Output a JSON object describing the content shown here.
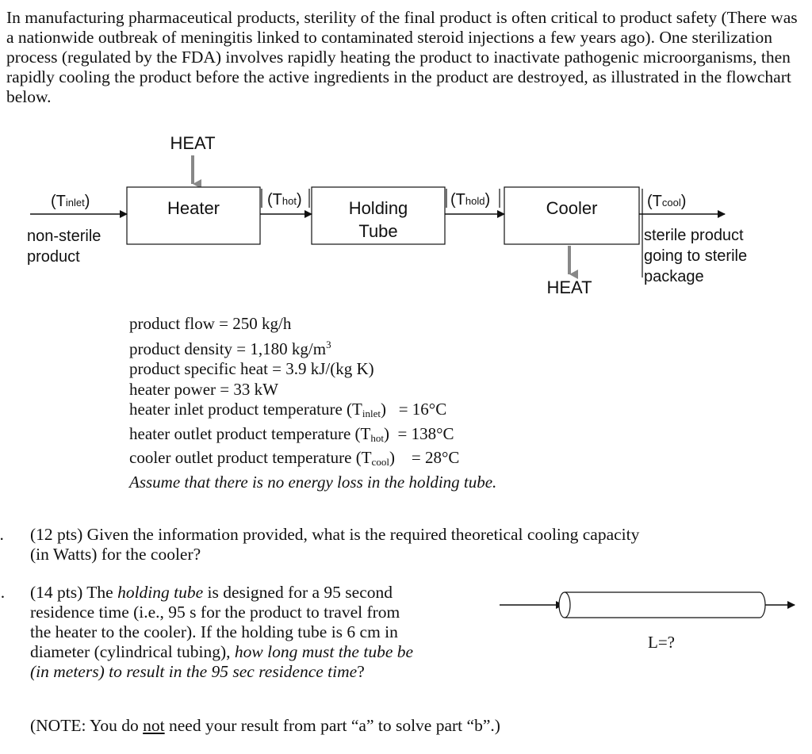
{
  "intro": "In manufacturing pharmaceutical products, sterility of the final product is often critical to product safety (There was a nationwide outbreak of meningitis linked to contaminated steroid injections a few years ago). One sterilization process (regulated by the FDA) involves rapidly heating the product to inactivate pathogenic microorganisms, then rapidly cooling the product before the active ingredients in the product are destroyed, as illustrated in the flowchart below.",
  "flowchart": {
    "heat_in": "HEAT",
    "heat_out": "HEAT",
    "heater": "Heater",
    "holding_line1": "Holding",
    "holding_line2": "Tube",
    "cooler": "Cooler",
    "t_inlet": {
      "open": "(T",
      "sub": "inlet",
      "close": ")"
    },
    "t_hot": {
      "open": "(T",
      "sub": "hot",
      "close": ")"
    },
    "t_hold": {
      "open": "(T",
      "sub": "hold",
      "close": ")"
    },
    "t_cool": {
      "open": "(T",
      "sub": "cool",
      "close": ")"
    },
    "input_line1": "non-sterile",
    "input_line2": "product",
    "output_line1": "sterile product",
    "output_line2": "going to sterile",
    "output_line3": "package"
  },
  "params": {
    "flow": "product flow  = 250 kg/h",
    "density_pre": "product density = 1,180 kg/m",
    "density_sup": "3",
    "specific_heat": "product specific heat = 3.9 kJ/(kg K)",
    "power": "heater power  = 33 kW",
    "inlet_pre": "heater inlet product temperature (T",
    "inlet_sub": "inlet",
    "inlet_post": ")   = 16°C",
    "outlet_pre": "heater outlet product temperature (T",
    "outlet_sub": "hot",
    "outlet_post": ")  = 138°C",
    "cool_pre": "cooler outlet product temperature (T",
    "cool_sub": "cool",
    "cool_post": ")    = 28°C",
    "note": "Assume that there is no energy loss in the holding tube."
  },
  "question_a": {
    "letter": "a.",
    "line1": "(12 pts) Given the information provided, what is the required theoretical cooling capacity",
    "line2": "(in Watts) for the cooler?"
  },
  "question_b": {
    "letter": "b.",
    "line1_a": "(14 pts) The ",
    "line1_em": "holding tube",
    "line1_b": " is designed for a 95 second",
    "line2": "residence time (i.e., 95 s for the product to travel from",
    "line3": "the heater to the cooler).  If the holding tube is 6 cm in",
    "line4_a": "diameter (cylindrical tubing), ",
    "line4_em": "how long must the tube be",
    "line5_em": "(in meters) to result in the 95 sec residence time",
    "line5_b": "?",
    "tube_label": "L=?"
  },
  "note_b": {
    "pre": "(NOTE: You do ",
    "underline": "not",
    "post": " need your result from part “a” to solve part “b”.)"
  }
}
